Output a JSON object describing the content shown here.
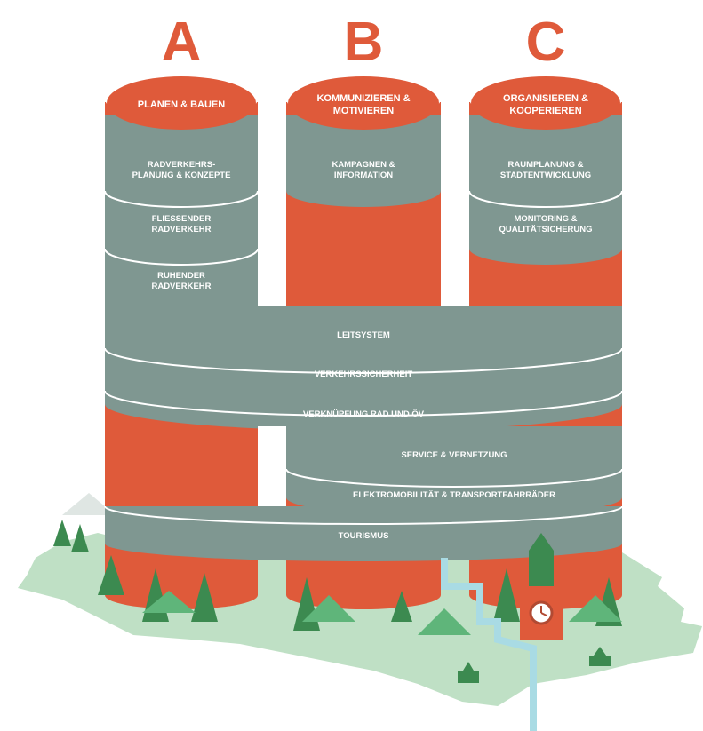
{
  "colors": {
    "orange": "#df5a3a",
    "orange_dark": "#b14a33",
    "grey": "#7f9791",
    "grey_dark": "#6e8580",
    "land": "#bfe0c5",
    "tree": "#3c8a50",
    "tree_light": "#5fb57a",
    "water": "#a9dbe4",
    "white": "#ffffff"
  },
  "pillars": [
    {
      "letter": "A",
      "title": [
        "PLANEN & BAUEN"
      ],
      "bands": [
        [
          "RADVERKEHRS-",
          "PLANUNG & KONZEPTE"
        ],
        [
          "FLIESSENDER",
          "RADVERKEHR"
        ],
        [
          "RUHENDER",
          "RADVERKEHR"
        ]
      ]
    },
    {
      "letter": "B",
      "title": [
        "KOMMUNIZIEREN &",
        "MOTIVIEREN"
      ],
      "bands": [
        [
          "KAMPAGNEN &",
          "INFORMATION"
        ]
      ]
    },
    {
      "letter": "C",
      "title": [
        "ORGANISIEREN &",
        "KOOPERIEREN"
      ],
      "bands": [
        [
          "RAUMPLANUNG &",
          "STADTENTWICKLUNG"
        ],
        [
          "MONITORING &",
          "QUALITÄTSICHERUNG"
        ]
      ]
    }
  ],
  "wide_bands": [
    "LEITSYSTEM",
    "VERKEHRSSICHERHEIT",
    "VERKNÜPFUNG RAD UND ÖV"
  ],
  "bc_bands": [
    "SERVICE & VERNETZUNG",
    "ELEKTROMOBILITÄT & TRANSPORTFAHRRÄDER"
  ],
  "bottom_band": "TOURISMUS"
}
